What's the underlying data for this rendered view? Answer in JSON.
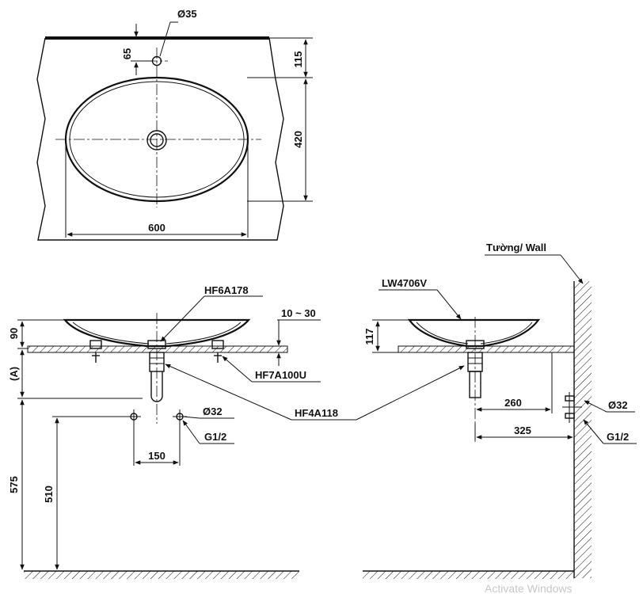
{
  "plan_view": {
    "hole_diameter": "Ø35",
    "hole_offset": "65",
    "back_depth": "115",
    "bowl_depth": "420",
    "bowl_width": "600"
  },
  "front_view": {
    "height_90": "90",
    "height_a": "(A)",
    "floor_575": "575",
    "floor_510": "510",
    "deck_range": "10 ~ 30",
    "part_hf6a178": "HF6A178",
    "part_hf7a100u": "HF7A100U",
    "pipe_d32": "Ø32",
    "thread_g12": "G1/2",
    "spacing_150": "150"
  },
  "shared": {
    "part_hf4a118": "HF4A118"
  },
  "side_view": {
    "wall_label": "Tường/ Wall",
    "model": "LW4706V",
    "height_117": "117",
    "dist_260": "260",
    "dist_325": "325",
    "pipe_d32": "Ø32",
    "thread_g12": "G1/2"
  },
  "watermark": "Activate Windows"
}
